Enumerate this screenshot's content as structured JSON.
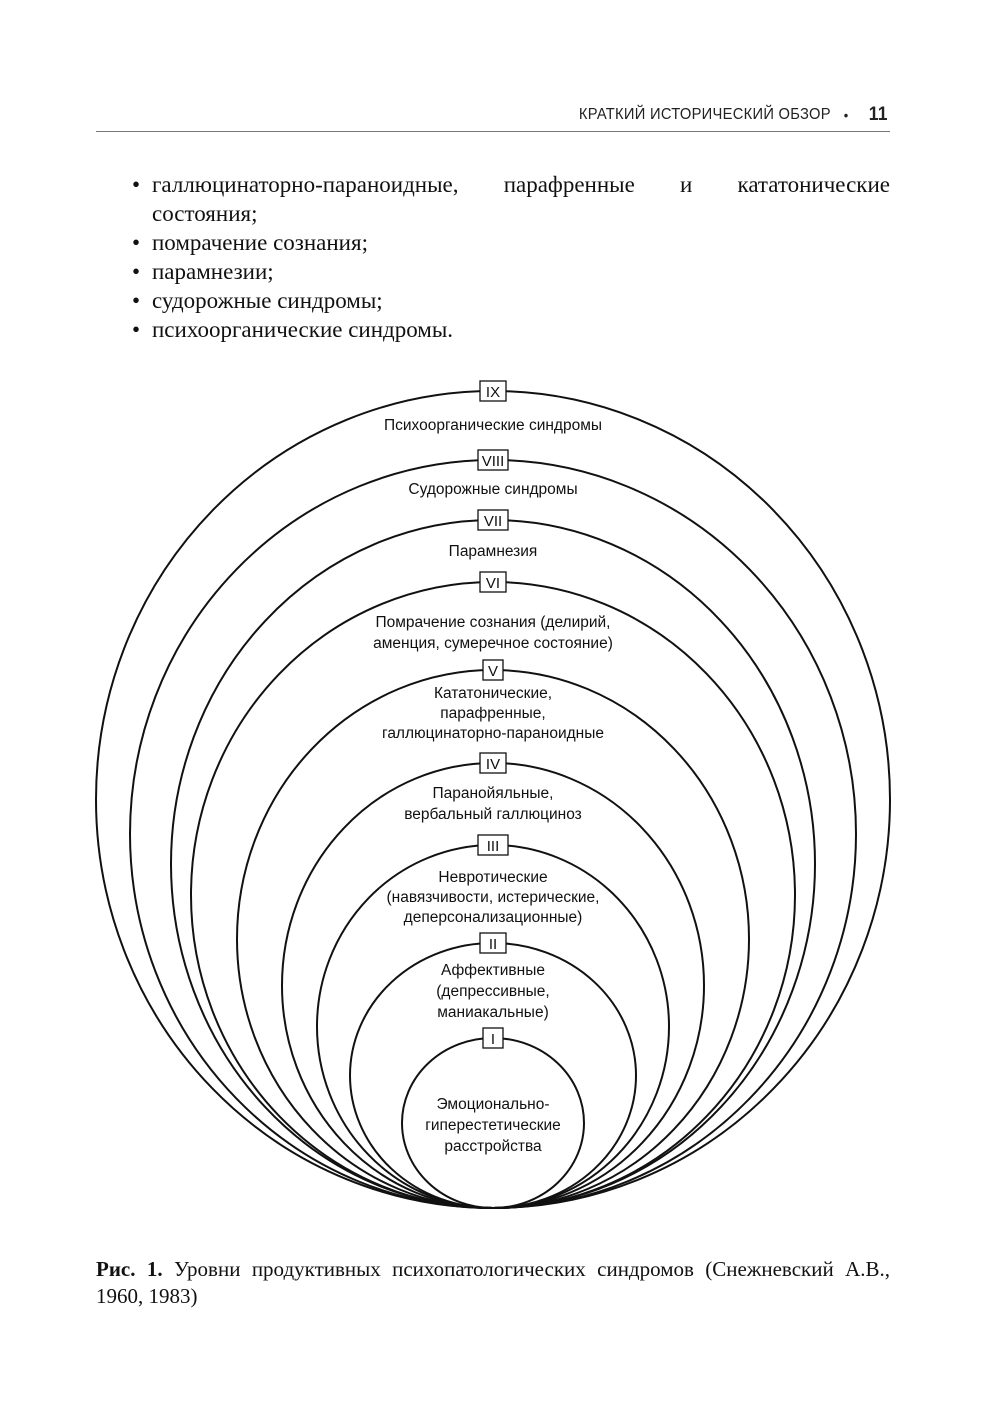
{
  "header": {
    "running_title": "КРАТКИЙ ИСТОРИЧЕСКИЙ ОБЗОР",
    "separator": "•",
    "page_number": "11"
  },
  "bullets": [
    "галлюцинаторно-параноидные, парафренные и кататонические состояния;",
    "помрачение сознания;",
    "парамнезии;",
    "судорожные синдромы;",
    "психоорганические синдромы."
  ],
  "figure": {
    "levels": [
      {
        "numeral": "IX",
        "lines": [
          "Психоорганические синдромы"
        ]
      },
      {
        "numeral": "VIII",
        "lines": [
          "Судорожные синдромы"
        ]
      },
      {
        "numeral": "VII",
        "lines": [
          "Парамнезия"
        ]
      },
      {
        "numeral": "VI",
        "lines": [
          "Помрачение сознания (делирий,",
          "аменция, сумеречное состояние)"
        ]
      },
      {
        "numeral": "V",
        "lines": [
          "Кататонические,",
          "парафренные,",
          "галлюцинаторно-параноидные"
        ]
      },
      {
        "numeral": "IV",
        "lines": [
          "Паранойяльные,",
          "вербальный галлюциноз"
        ]
      },
      {
        "numeral": "III",
        "lines": [
          "Невротические",
          "(навязчивости, истерические,",
          "деперсонализационные)"
        ]
      },
      {
        "numeral": "II",
        "lines": [
          "Аффективные",
          "(депрессивные,",
          "маниакальные)"
        ]
      },
      {
        "numeral": "I",
        "lines": [
          "Эмоционально-",
          "гиперестетические",
          "расстройства"
        ]
      }
    ]
  },
  "caption": {
    "label": "Рис. 1.",
    "text": "Уровни продуктивных психопатологических синдромов (Снежневский А.В., 1960, 1983)"
  }
}
